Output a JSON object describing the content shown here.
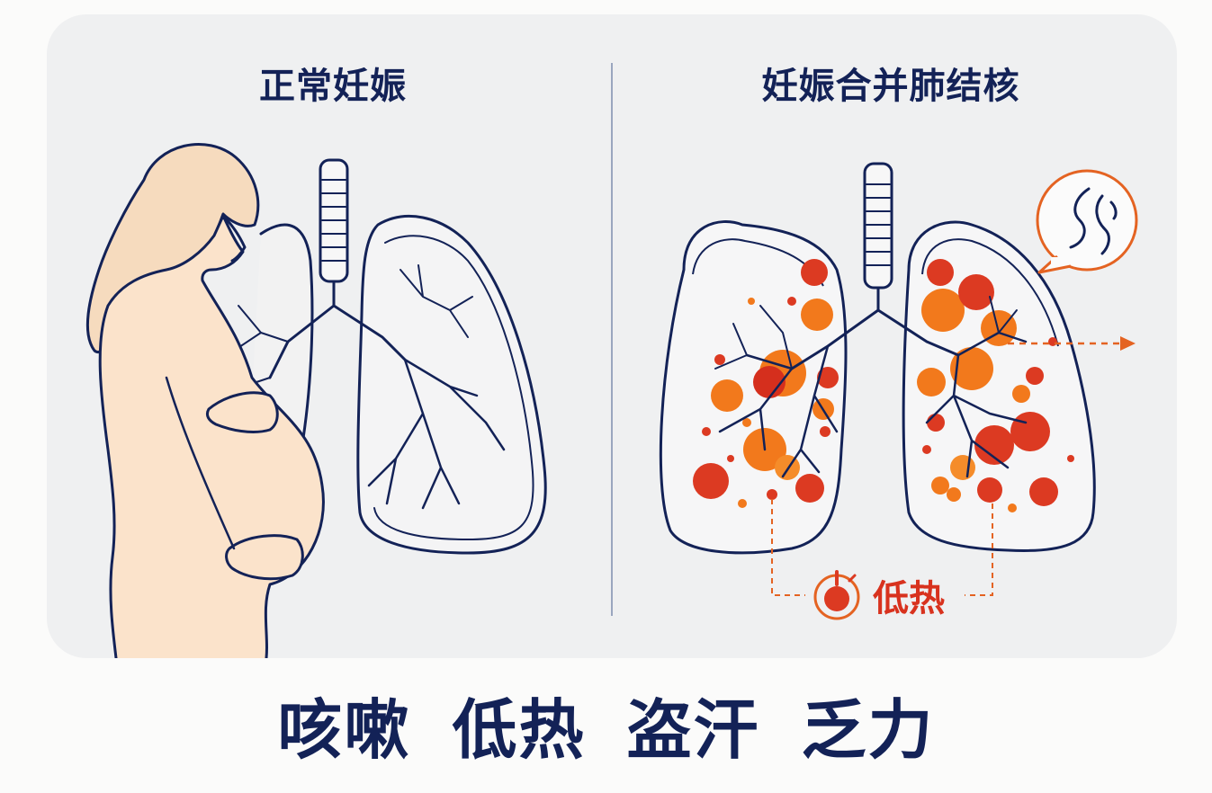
{
  "panels": {
    "left": {
      "title": "正常妊娠"
    },
    "right": {
      "title": "妊娠合并肺结核",
      "fever_label": "低热"
    }
  },
  "symptoms": [
    "咳嗽",
    "低热",
    "盗汗",
    "乏力"
  ],
  "colors": {
    "navy": "#132257",
    "skin": "#fbe3cb",
    "lesion_red": "#dc3a22",
    "lesion_orange": "#f2791c",
    "card_bg": "#eff0f1"
  },
  "icons": [
    "pregnant-woman-figure",
    "healthy-lungs",
    "infected-lungs",
    "cough-bubble-icon",
    "thermometer-icon",
    "arrow-right-icon"
  ]
}
